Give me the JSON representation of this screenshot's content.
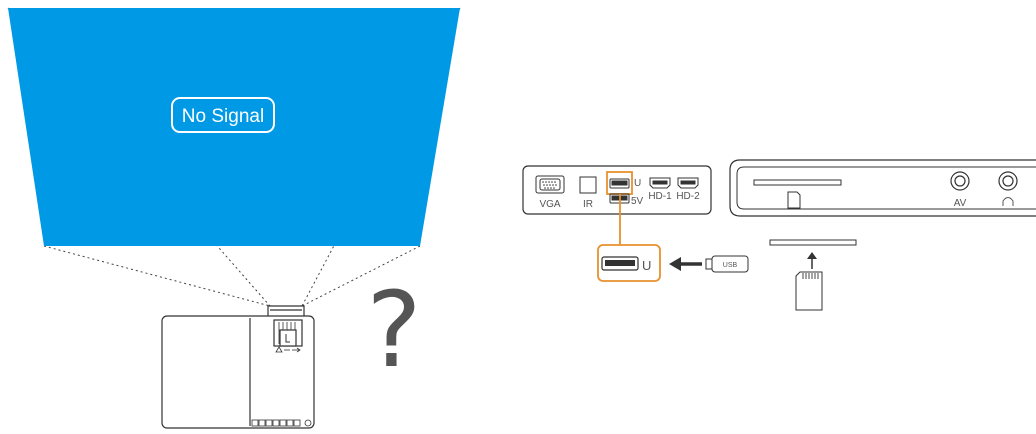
{
  "screen": {
    "message": "No Signal",
    "fill_color": "#0099e6",
    "text_color": "#ffffff"
  },
  "question_mark": "?",
  "back_panel": {
    "vga_label": "VGA",
    "ir_label": "IR",
    "usb_port_label": "U",
    "usb_power_label": "5V",
    "hdmi1_label": "HD-1",
    "hdmi2_label": "HD-2",
    "av_label": "AV",
    "highlight_color": "#e8912d"
  },
  "usb_detail": {
    "port_label": "U",
    "stick_label": "USB"
  },
  "icons": {
    "projector": "projector-icon",
    "usb_stick": "usb-stick-icon",
    "sd_card": "sd-card-icon",
    "arrow_left": "arrow-left-icon",
    "arrow_up": "arrow-up-icon",
    "headphone": "headphone-icon"
  }
}
